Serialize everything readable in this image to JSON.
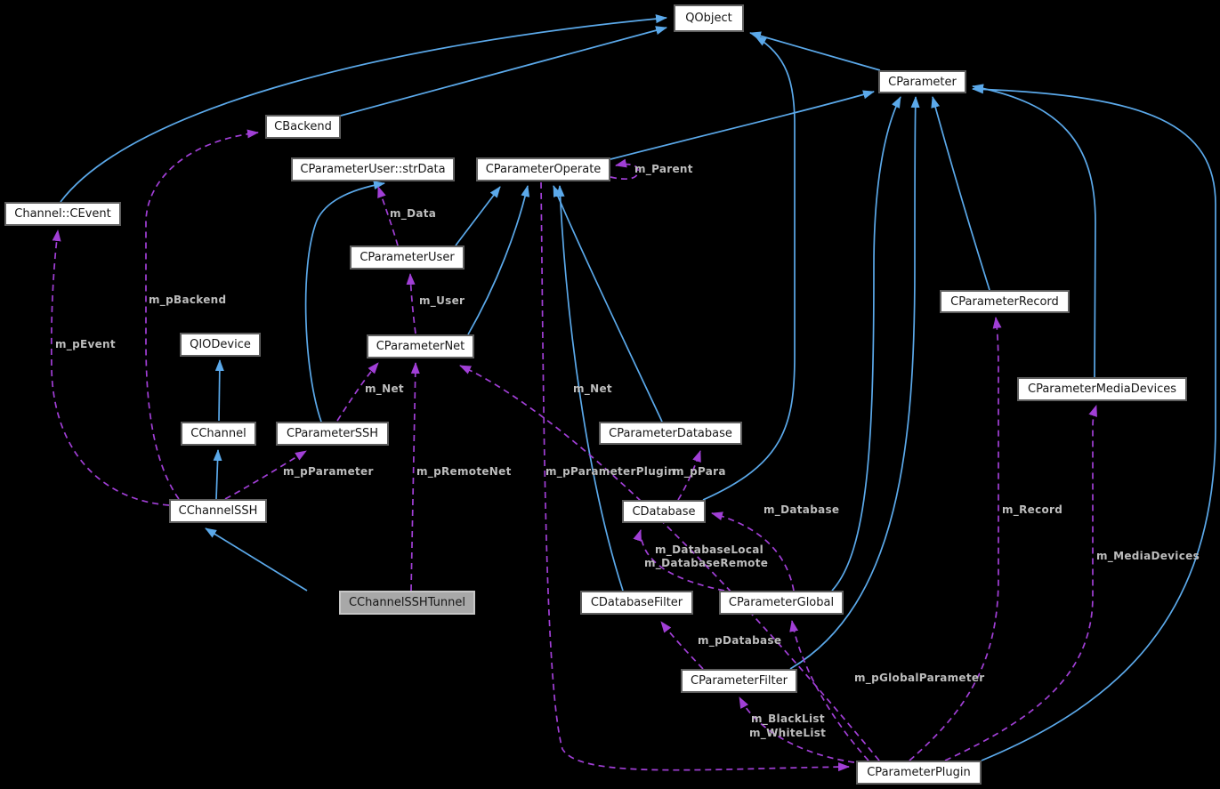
{
  "diagram": {
    "kind": "class collaboration graph",
    "highlighted_node": "CChannelSSHTunnel"
  },
  "colors": {
    "background": "#000000",
    "inheritance_edge": "#5ba9ea",
    "collaboration_edge": "#a13fd6",
    "edge_label_text": "#bdbdbd",
    "node_fill": "#ffffff",
    "node_border": "#5f5f5f",
    "node_text": "#161616",
    "highlight_node_fill": "#a8a8a8"
  },
  "nodes": [
    {
      "label": "QObject"
    },
    {
      "label": "CParameter"
    },
    {
      "label": "CBackend"
    },
    {
      "label": "CParameterUser::strData"
    },
    {
      "label": "CParameterOperate"
    },
    {
      "label": "Channel::CEvent"
    },
    {
      "label": "CParameterUser"
    },
    {
      "label": "QIODevice"
    },
    {
      "label": "CParameterNet"
    },
    {
      "label": "CParameterRecord"
    },
    {
      "label": "CParameterMediaDevices"
    },
    {
      "label": "CChannel"
    },
    {
      "label": "CParameterSSH"
    },
    {
      "label": "CParameterDatabase"
    },
    {
      "label": "CDatabase"
    },
    {
      "label": "CChannelSSH"
    },
    {
      "label": "CChannelSSHTunnel"
    },
    {
      "label": "CDatabaseFilter"
    },
    {
      "label": "CParameterGlobal"
    },
    {
      "label": "CParameterFilter"
    },
    {
      "label": "CParameterPlugin"
    }
  ],
  "edge_labels": [
    {
      "text": "m_Parent"
    },
    {
      "text": "m_Data"
    },
    {
      "text": "m_pBackend"
    },
    {
      "text": "m_pEvent"
    },
    {
      "text": "m_User"
    },
    {
      "text": "m_Net"
    },
    {
      "text": "m_Net"
    },
    {
      "text": "m_pParameter"
    },
    {
      "text": "m_pRemoteNet"
    },
    {
      "text": "m_pParameterPlugin"
    },
    {
      "text": "m_pPara"
    },
    {
      "text": "m_Database"
    },
    {
      "text": "m_DatabaseLocal"
    },
    {
      "text": "m_DatabaseRemote"
    },
    {
      "text": "m_pDatabase"
    },
    {
      "text": "m_Record"
    },
    {
      "text": "m_MediaDevices"
    },
    {
      "text": "m_pGlobalParameter"
    },
    {
      "text": "m_BlackList"
    },
    {
      "text": "m_WhiteList"
    }
  ],
  "edges": {
    "inheritance": [
      {
        "from": "Channel::CEvent",
        "to": "QObject"
      },
      {
        "from": "CBackend",
        "to": "QObject"
      },
      {
        "from": "CParameter",
        "to": "QObject"
      },
      {
        "from": "CDatabase",
        "to": "QObject"
      },
      {
        "from": "CParameterOperate",
        "to": "CParameter"
      },
      {
        "from": "CParameterUser",
        "to": "CParameterOperate"
      },
      {
        "from": "CParameterNet",
        "to": "CParameterOperate"
      },
      {
        "from": "CParameterDatabase",
        "to": "CParameterOperate"
      },
      {
        "from": "CDatabaseFilter",
        "to": "CParameterOperate"
      },
      {
        "from": "CParameterSSH",
        "to": "CParameterUser::strData"
      },
      {
        "from": "CParameterRecord",
        "to": "CParameter"
      },
      {
        "from": "CParameterMediaDevices",
        "to": "CParameter"
      },
      {
        "from": "CParameterGlobal",
        "to": "CParameter"
      },
      {
        "from": "CParameterFilter",
        "to": "CParameter"
      },
      {
        "from": "CParameterPlugin",
        "to": "CParameter"
      },
      {
        "from": "CChannelSSH",
        "to": "CChannel"
      },
      {
        "from": "CChannel",
        "to": "QIODevice"
      },
      {
        "from": "CChannelSSHTunnel",
        "to": "CChannelSSH"
      }
    ],
    "collaboration": [
      {
        "from": "CParameterOperate",
        "to": "CParameterOperate",
        "label": "m_Parent"
      },
      {
        "from": "CParameterUser",
        "to": "CParameterUser::strData",
        "label": "m_Data"
      },
      {
        "from": "CChannelSSH",
        "to": "CBackend",
        "label": "m_pBackend"
      },
      {
        "from": "CChannelSSH",
        "to": "Channel::CEvent",
        "label": "m_pEvent"
      },
      {
        "from": "CParameterNet",
        "to": "CParameterUser",
        "label": "m_User"
      },
      {
        "from": "CParameterSSH",
        "to": "CParameterNet",
        "label": "m_Net"
      },
      {
        "from": "CParameterPlugin",
        "to": "CParameterNet",
        "label": "m_Net"
      },
      {
        "from": "CChannelSSH",
        "to": "CParameterSSH",
        "label": "m_pParameter"
      },
      {
        "from": "CChannelSSHTunnel",
        "to": "CParameterNet",
        "label": "m_pRemoteNet"
      },
      {
        "from": "CParameterOperate",
        "to": "CParameterPlugin",
        "label": "m_pParameterPlugin"
      },
      {
        "from": "CDatabase",
        "to": "CParameterDatabase",
        "label": "m_pPara"
      },
      {
        "from": "CParameterGlobal",
        "to": "CDatabase",
        "label": "m_Database"
      },
      {
        "from": "CParameterGlobal",
        "to": "CDatabase",
        "label": "m_DatabaseLocal / m_DatabaseRemote"
      },
      {
        "from": "CParameterFilter",
        "to": "CDatabaseFilter",
        "label": "m_pDatabase"
      },
      {
        "from": "CParameterPlugin",
        "to": "CParameterRecord",
        "label": "m_Record"
      },
      {
        "from": "CParameterPlugin",
        "to": "CParameterMediaDevices",
        "label": "m_MediaDevices"
      },
      {
        "from": "CParameterPlugin",
        "to": "CParameterGlobal",
        "label": "m_pGlobalParameter"
      },
      {
        "from": "CParameterPlugin",
        "to": "CParameterFilter",
        "label": "m_BlackList / m_WhiteList"
      }
    ]
  }
}
